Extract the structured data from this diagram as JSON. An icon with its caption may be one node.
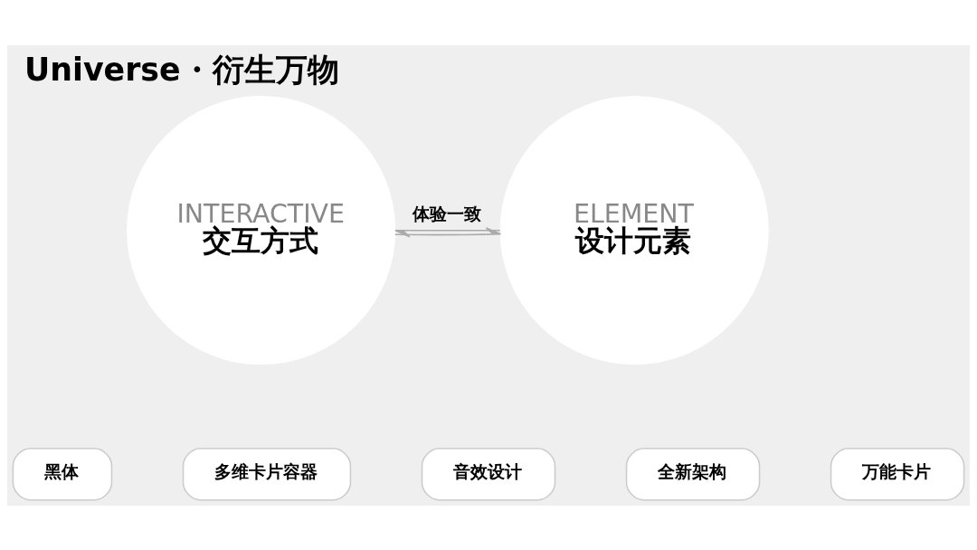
{
  "diagram": {
    "title": "Universe・衍生万物",
    "nodes": [
      {
        "text": [
          "INTERACTIVE",
          "交互方式"
        ]
      },
      {
        "text": [
          "ELEMENT",
          "设计元素"
        ]
      },
      {
        "text": [
          "黑体"
        ]
      },
      {
        "text": [
          "多维卡片容器"
        ]
      },
      {
        "text": [
          "音效设计"
        ]
      },
      {
        "text": [
          "全新架构"
        ]
      },
      {
        "text": [
          "万能卡片"
        ]
      }
    ],
    "edges": [
      {
        "from": 1,
        "to": 0,
        "arrow": "to",
        "label": "体验一致"
      },
      {
        "from": 0,
        "to": 1,
        "arrow": "to"
      }
    ]
  }
}
